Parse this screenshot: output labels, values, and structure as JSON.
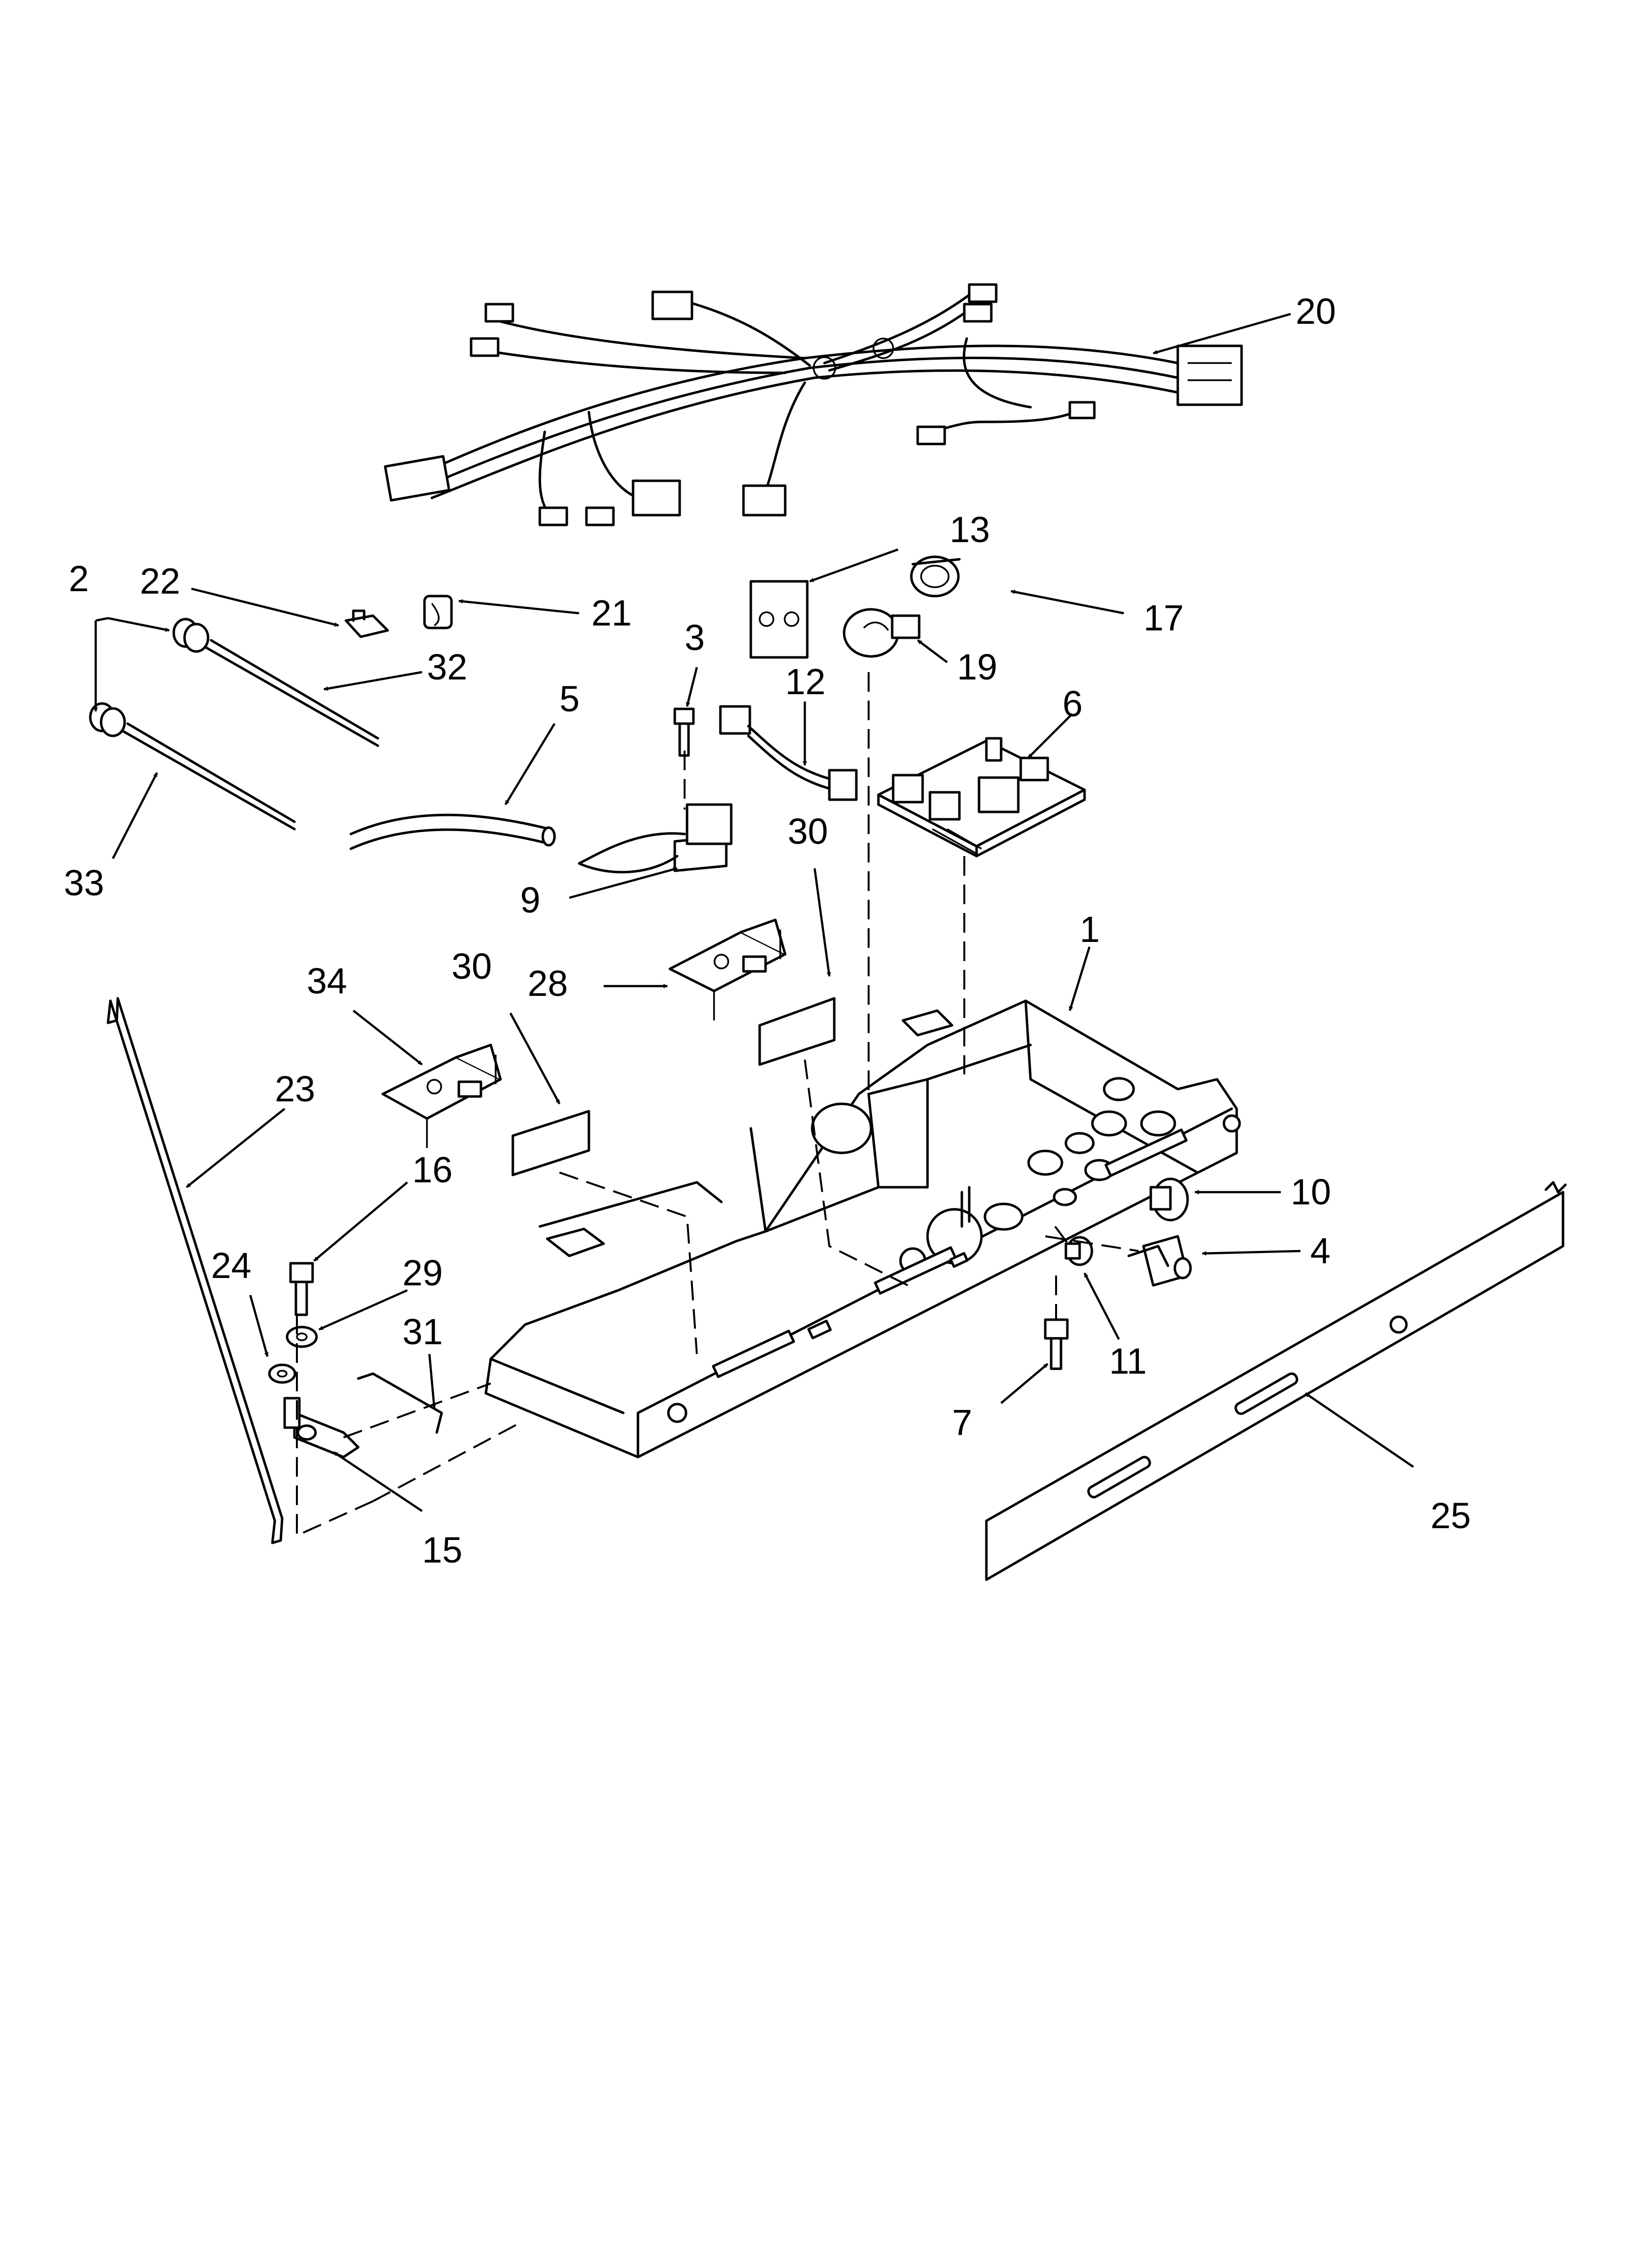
{
  "callouts": [
    {
      "id": "c20",
      "label": "20"
    },
    {
      "id": "c13",
      "label": "13"
    },
    {
      "id": "c2",
      "label": "2"
    },
    {
      "id": "c22",
      "label": "22"
    },
    {
      "id": "c21",
      "label": "21"
    },
    {
      "id": "c17",
      "label": "17"
    },
    {
      "id": "c3",
      "label": "3"
    },
    {
      "id": "c19",
      "label": "19"
    },
    {
      "id": "c32",
      "label": "32"
    },
    {
      "id": "c12",
      "label": "12"
    },
    {
      "id": "c6",
      "label": "6"
    },
    {
      "id": "c5",
      "label": "5"
    },
    {
      "id": "c30a",
      "label": "30"
    },
    {
      "id": "c33",
      "label": "33"
    },
    {
      "id": "c9",
      "label": "9"
    },
    {
      "id": "c1",
      "label": "1"
    },
    {
      "id": "c34",
      "label": "34"
    },
    {
      "id": "c30b",
      "label": "30"
    },
    {
      "id": "c28",
      "label": "28"
    },
    {
      "id": "c23",
      "label": "23"
    },
    {
      "id": "c16",
      "label": "16"
    },
    {
      "id": "c10",
      "label": "10"
    },
    {
      "id": "c24",
      "label": "24"
    },
    {
      "id": "c29",
      "label": "29"
    },
    {
      "id": "c4",
      "label": "4"
    },
    {
      "id": "c31",
      "label": "31"
    },
    {
      "id": "c11",
      "label": "11"
    },
    {
      "id": "c7",
      "label": "7"
    },
    {
      "id": "c25",
      "label": "25"
    },
    {
      "id": "c15",
      "label": "15"
    }
  ]
}
